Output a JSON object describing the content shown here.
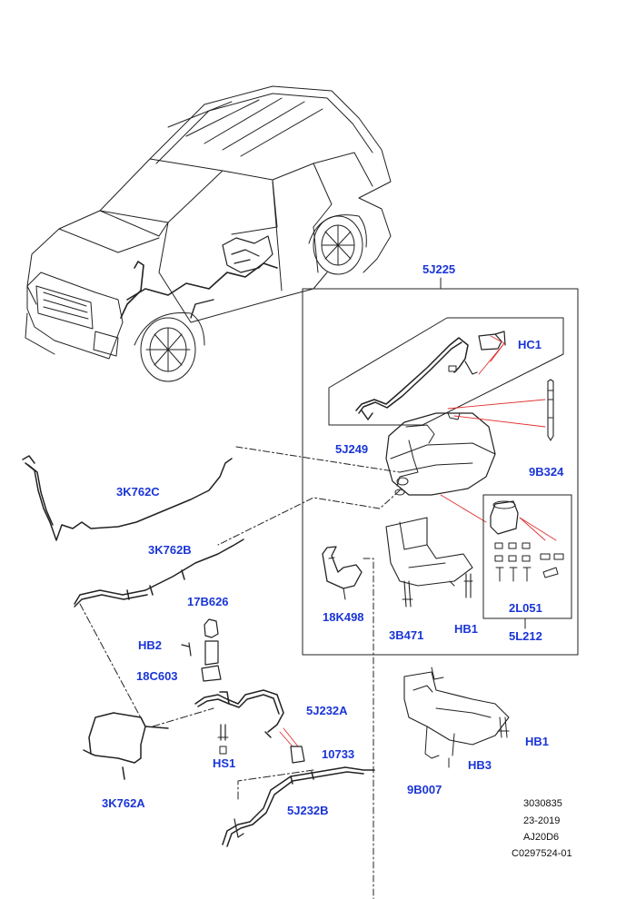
{
  "labels": {
    "p5J225": "5J225",
    "pHC1": "HC1",
    "p5J249": "5J249",
    "p9B324": "9B324",
    "p3K762C": "3K762C",
    "p3K762B": "3K762B",
    "p17B626": "17B626",
    "pHB2": "HB2",
    "p18C603": "18C603",
    "p18K498": "18K498",
    "p3B471": "3B471",
    "pHB1a": "HB1",
    "p2L051": "2L051",
    "p5L212": "5L212",
    "p5J232A": "5J232A",
    "pHS1": "HS1",
    "p10733": "10733",
    "p3K762A": "3K762A",
    "p5J232B": "5J232B",
    "pHB1b": "HB1",
    "pHB3": "HB3",
    "p9B007": "9B007"
  },
  "reference": {
    "line1": "3030835",
    "line2": "23-2019",
    "line3": "AJ20D6",
    "line4": "C0297524-01"
  },
  "colors": {
    "label": "#1a35d6",
    "leader": "#e23030",
    "line": "#222222"
  }
}
